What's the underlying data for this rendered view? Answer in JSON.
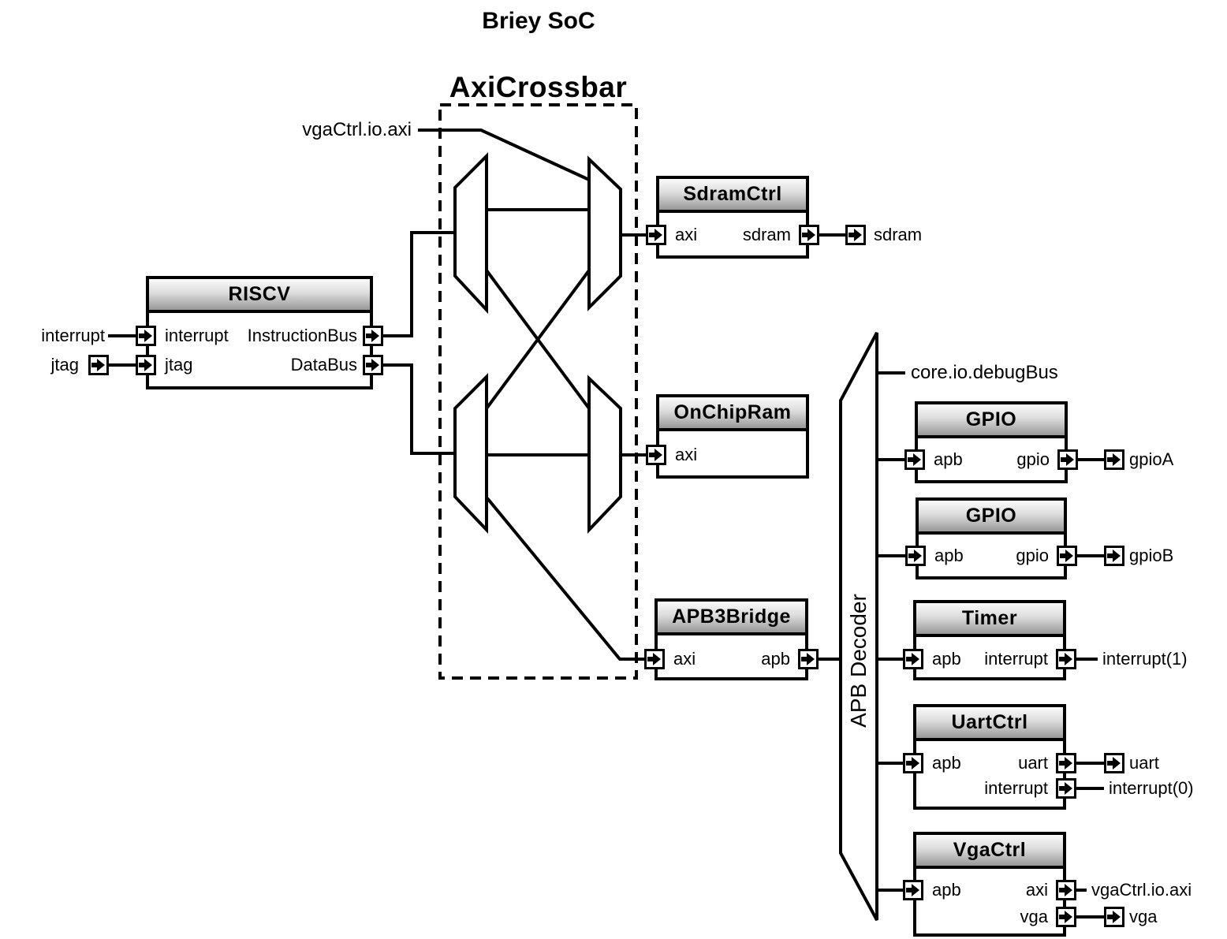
{
  "title": "Briey SoC",
  "crossbar": {
    "label": "AxiCrossbar"
  },
  "decoder": {
    "label": "APB Decoder"
  },
  "colors": {
    "background": "#ffffff",
    "line": "#000000",
    "header_gradient_top": "#fafafa",
    "header_gradient_bottom": "#989898"
  },
  "blocks": {
    "riscv": {
      "title": "RISCV",
      "ports": {
        "interrupt": "interrupt",
        "jtag": "jtag",
        "instructionBus": "InstructionBus",
        "dataBus": "DataBus"
      }
    },
    "sdramCtrl": {
      "title": "SdramCtrl",
      "ports": {
        "axi": "axi",
        "sdram": "sdram"
      }
    },
    "onChipRam": {
      "title": "OnChipRam",
      "ports": {
        "axi": "axi"
      }
    },
    "apb3Bridge": {
      "title": "APB3Bridge",
      "ports": {
        "axi": "axi",
        "apb": "apb"
      }
    },
    "gpioA": {
      "title": "GPIO",
      "ports": {
        "apb": "apb",
        "gpio": "gpio"
      }
    },
    "gpioB": {
      "title": "GPIO",
      "ports": {
        "apb": "apb",
        "gpio": "gpio"
      }
    },
    "timer": {
      "title": "Timer",
      "ports": {
        "apb": "apb",
        "interrupt": "interrupt"
      }
    },
    "uartCtrl": {
      "title": "UartCtrl",
      "ports": {
        "apb": "apb",
        "uart": "uart",
        "interrupt": "interrupt"
      }
    },
    "vgaCtrl": {
      "title": "VgaCtrl",
      "ports": {
        "apb": "apb",
        "axi": "axi",
        "vga": "vga"
      }
    }
  },
  "externals": {
    "vgaAxiTop": "vgaCtrl.io.axi",
    "debugBus": "core.io.debugBus",
    "interruptIn": "interrupt",
    "jtagIn": "jtag",
    "sdram": "sdram",
    "gpioA": "gpioA",
    "gpioB": "gpioB",
    "interrupt1": "interrupt(1)",
    "uart": "uart",
    "interrupt0": "interrupt(0)",
    "vgaAxiOut": "vgaCtrl.io.axi",
    "vga": "vga"
  }
}
